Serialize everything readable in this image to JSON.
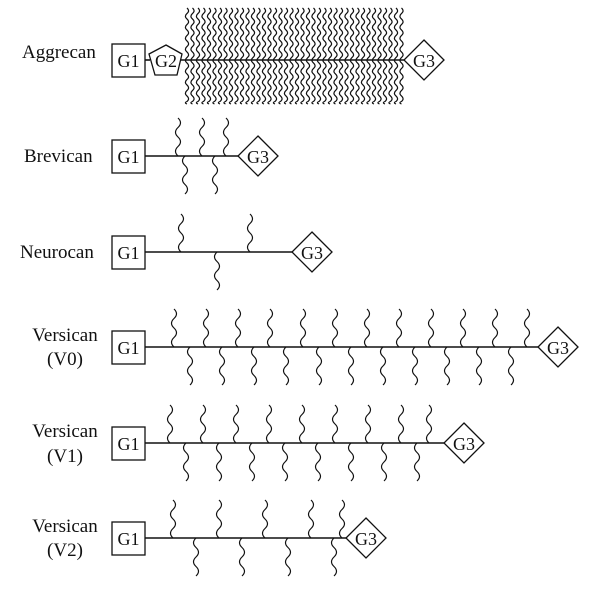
{
  "rows": [
    {
      "label_lines": [
        "Aggrecan"
      ],
      "g1": "G1",
      "g2": "G2",
      "g3": "G3",
      "chains": "dense"
    },
    {
      "label_lines": [
        "Brevican"
      ],
      "g1": "G1",
      "g3": "G3",
      "chains_up": 3,
      "chains_down": 2
    },
    {
      "label_lines": [
        "Neurocan"
      ],
      "g1": "G1",
      "g3": "G3",
      "chains_up": 2,
      "chains_down": 1
    },
    {
      "label_lines": [
        "Versican",
        "(V0)"
      ],
      "g1": "G1",
      "g3": "G3",
      "chains_up": 12,
      "chains_down": 11
    },
    {
      "label_lines": [
        "Versican",
        "(V1)"
      ],
      "g1": "G1",
      "g3": "G3",
      "chains_up": 9,
      "chains_down": 8
    },
    {
      "label_lines": [
        "Versican",
        "(V2)"
      ],
      "g1": "G1",
      "g3": "G3",
      "chains_up": 5,
      "chains_down": 4
    }
  ]
}
